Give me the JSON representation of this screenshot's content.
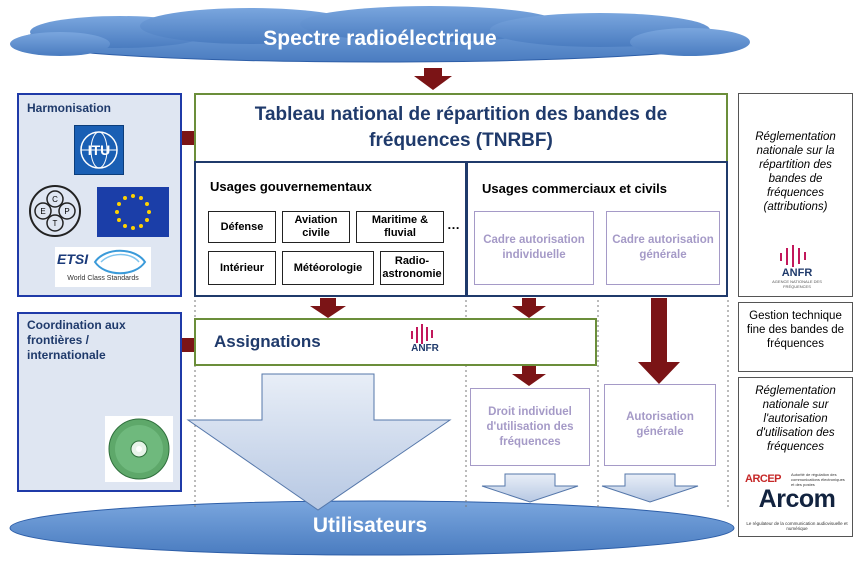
{
  "top_cloud": {
    "label": "Spectre radioélectrique"
  },
  "bottom_cloud": {
    "label": "Utilisateurs"
  },
  "tnrbf": {
    "title": "Tableau national de répartition des bandes de fréquences (TNRBF)"
  },
  "gov": {
    "title": "Usages gouvernementaux",
    "items": [
      "Défense",
      "Aviation civile",
      "Maritime & fluvial",
      "…",
      "Intérieur",
      "Météorologie",
      "Radio-astronomie"
    ]
  },
  "civil": {
    "title": "Usages commerciaux et civils",
    "cadre_individuel": "Cadre autorisation individuelle",
    "cadre_general": "Cadre autorisation générale"
  },
  "assignations": {
    "label": "Assignations"
  },
  "droit": {
    "label": "Droit individuel d'utilisation des fréquences"
  },
  "autorisation": {
    "label": "Autorisation générale"
  },
  "left": {
    "harmonisation": "Harmonisation",
    "coordination": "Coordination aux frontières / internationale",
    "itu": "ITU",
    "cept": "CEPT",
    "etsi": "ETSI",
    "etsi_tag": "World Class Standards"
  },
  "right": {
    "reglementation_repartition": "Réglementation nationale sur la répartition des bandes de fréquences (attributions)",
    "gestion": "Gestion technique fine des bandes de fréquences",
    "reglementation_autorisation": "Réglementation nationale sur l'autorisation d'utilisation des fréquences",
    "anfr": "ANFR",
    "anfr_sub": "AGENCE NATIONALE DES FRÉQUENCES",
    "arcep": "ARCEP",
    "arcep_sub": "Autorité de régulation des communications électroniques et des postes",
    "arcom": "Arcom",
    "arcom_sub": "Le régulateur de la communication audiovisuelle et numérique"
  },
  "colors": {
    "navy": "#1f3a6b",
    "cloud": "#5b8fd0",
    "arrow": "#7b1416",
    "purple": "#a59ac7",
    "panel": "#dfe6f2"
  }
}
